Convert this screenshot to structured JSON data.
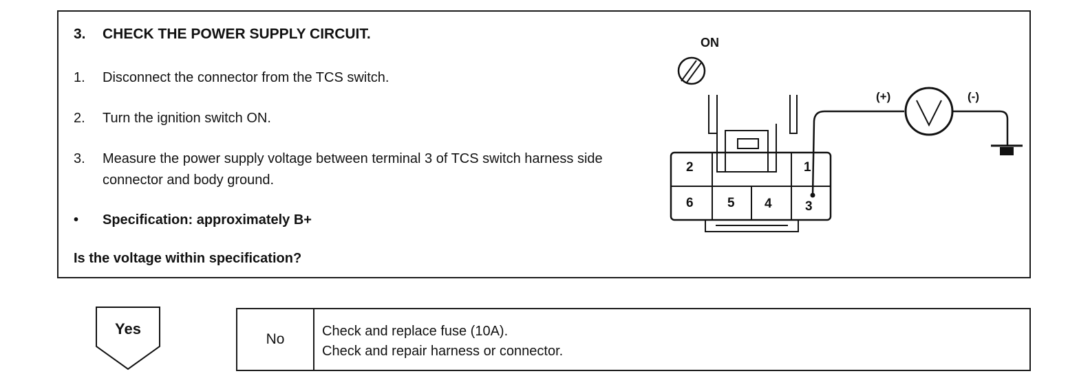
{
  "step": {
    "number": "3.",
    "title": "CHECK THE POWER SUPPLY CIRCUIT."
  },
  "instructions": [
    {
      "num": "1.",
      "text": "Disconnect the connector from the TCS switch."
    },
    {
      "num": "2.",
      "text": "Turn the ignition switch ON."
    },
    {
      "num": "3.",
      "text": "Measure the power supply voltage between terminal 3 of TCS switch harness side connector and body ground."
    }
  ],
  "specification": {
    "bullet": "•",
    "text": "Specification: approximately B+"
  },
  "question": "Is the voltage within specification?",
  "diagram": {
    "ignition_label": "ON",
    "positive_label": "(+)",
    "negative_label": "(-)",
    "meter_symbol": "V",
    "terminals": {
      "t1": "1",
      "t2": "2",
      "t3": "3",
      "t4": "4",
      "t5": "5",
      "t6": "6"
    },
    "icons": [
      "ignition-switch-icon",
      "voltmeter-icon",
      "ground-icon",
      "connector-icon"
    ]
  },
  "outcomes": {
    "yes_label": "Yes",
    "no_label": "No",
    "no_actions": [
      "Check and replace fuse (10A).",
      "Check and repair harness or connector."
    ]
  }
}
